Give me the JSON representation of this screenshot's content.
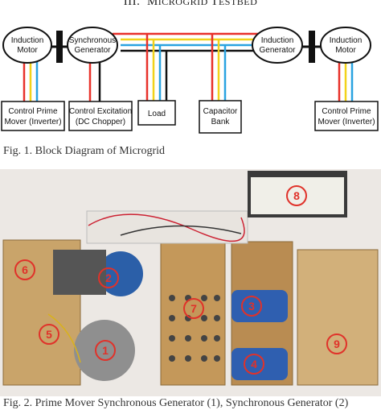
{
  "section": {
    "numeral": "III.",
    "title_first": "M",
    "title_rest": "icrogrid ",
    "title_first2": "T",
    "title_rest2": "estbed"
  },
  "diagram": {
    "blocks": {
      "induction_motor_left": [
        "Induction",
        "Motor"
      ],
      "synchronous_generator": [
        "Synchronous",
        "Generator"
      ],
      "induction_generator": [
        "Induction",
        "Generator"
      ],
      "induction_motor_right": [
        "Induction",
        "Motor"
      ],
      "control_prime_mover_left": [
        "Control Prime",
        "Mover (Inverter)"
      ],
      "control_excitation": [
        "Control  Excitation",
        "(DC Chopper)"
      ],
      "load": [
        "Load"
      ],
      "capacitor_bank": [
        "Capacitor",
        "Bank"
      ],
      "control_prime_mover_right": [
        "Control Prime",
        "Mover (Inverter)"
      ]
    },
    "wire_colors": {
      "red": "#e8312a",
      "yellow": "#f2d21a",
      "blue": "#2aa3e0",
      "black": "#111111"
    }
  },
  "fig1_caption": "Fig. 1. Block Diagram of Microgrid",
  "photo": {
    "markers": [
      "1",
      "2",
      "3",
      "4",
      "5",
      "6",
      "7",
      "8",
      "9"
    ]
  },
  "fig2_caption": "Fig. 2. Prime Mover Synchronous Generator (1), Synchronous Generator (2)"
}
